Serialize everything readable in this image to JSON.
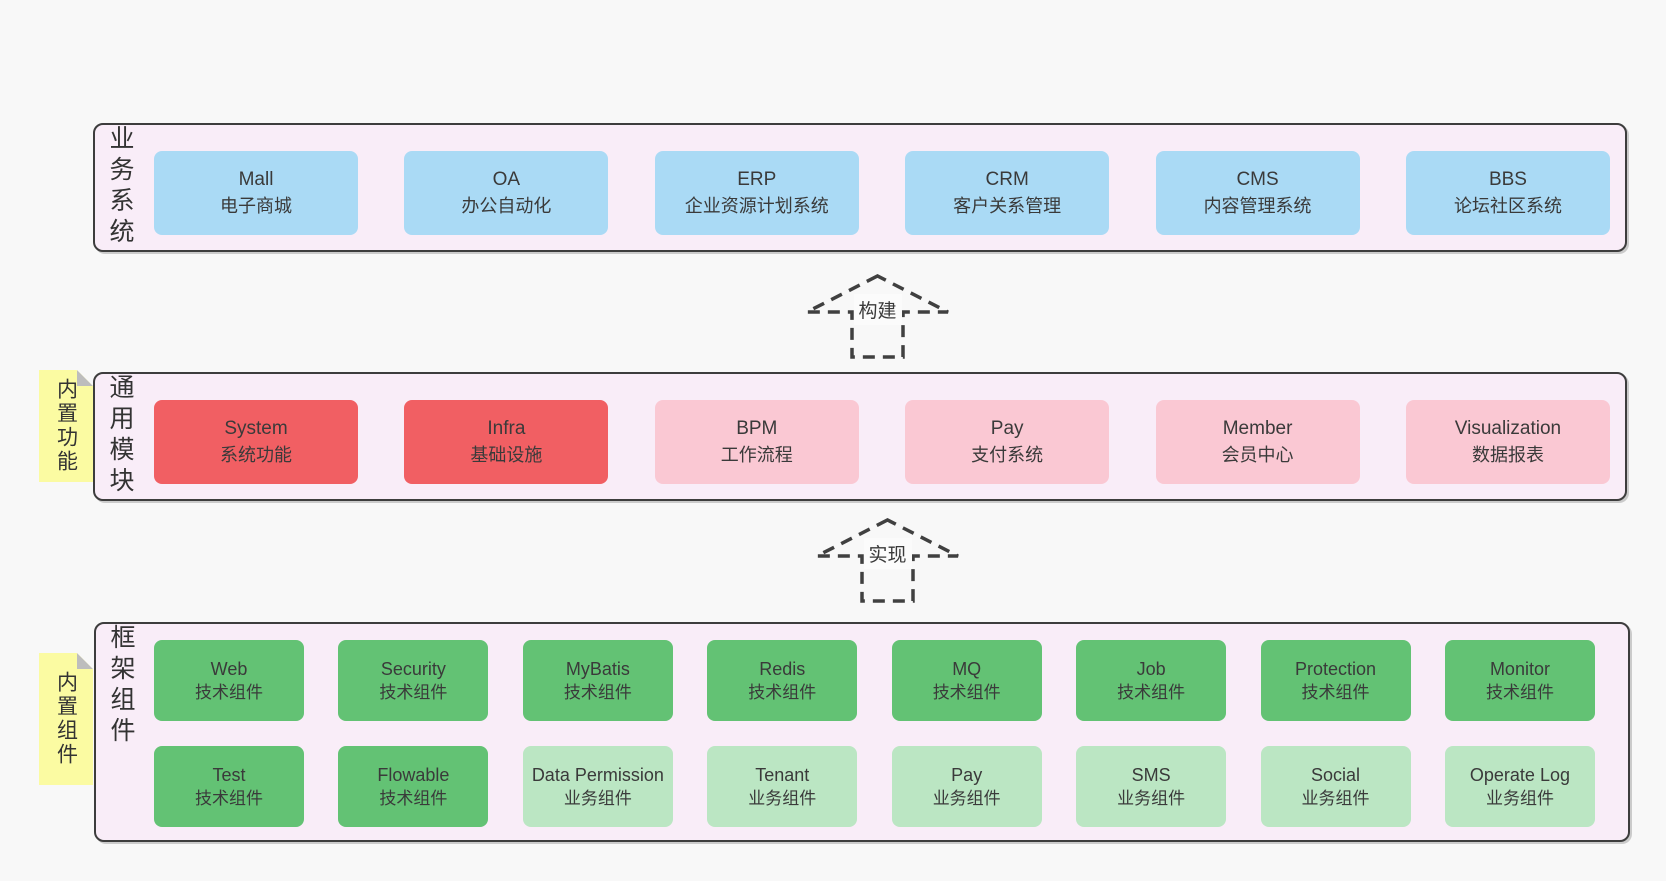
{
  "colors": {
    "page_bg": "#f8f8f8",
    "panel_bg": "#f9edf8",
    "panel_border": "#3d3d3d",
    "blue_box": "#aadaf5",
    "red_box": "#f15f63",
    "pink_box": "#fac8d3",
    "green_dark": "#63c274",
    "green_light": "#bbe6c3",
    "sticky_yellow": "#fbfba2",
    "sticky_fold": "#bdbdbd",
    "arrow_stroke": "#404040",
    "text_dark": "#3a3a3a"
  },
  "panels": {
    "business": {
      "label": "业务系统",
      "rows": [
        [
          {
            "name": "Mall",
            "subtitle": "电子商城",
            "variant": "blue"
          },
          {
            "name": "OA",
            "subtitle": "办公自动化",
            "variant": "blue"
          },
          {
            "name": "ERP",
            "subtitle": "企业资源计划系统",
            "variant": "blue"
          },
          {
            "name": "CRM",
            "subtitle": "客户关系管理",
            "variant": "blue"
          },
          {
            "name": "CMS",
            "subtitle": "内容管理系统",
            "variant": "blue"
          },
          {
            "name": "BBS",
            "subtitle": "论坛社区系统",
            "variant": "blue"
          }
        ]
      ]
    },
    "modules": {
      "label": "通用模块",
      "sticky": "内置功能",
      "rows": [
        [
          {
            "name": "System",
            "subtitle": "系统功能",
            "variant": "red"
          },
          {
            "name": "Infra",
            "subtitle": "基础设施",
            "variant": "red"
          },
          {
            "name": "BPM",
            "subtitle": "工作流程",
            "variant": "pink"
          },
          {
            "name": "Pay",
            "subtitle": "支付系统",
            "variant": "pink"
          },
          {
            "name": "Member",
            "subtitle": "会员中心",
            "variant": "pink"
          },
          {
            "name": "Visualization",
            "subtitle": "数据报表",
            "variant": "pink"
          }
        ]
      ]
    },
    "framework": {
      "label": "框架组件",
      "sticky": "内置组件",
      "rows": [
        [
          {
            "name": "Web",
            "subtitle": "技术组件",
            "variant": "green"
          },
          {
            "name": "Security",
            "subtitle": "技术组件",
            "variant": "green"
          },
          {
            "name": "MyBatis",
            "subtitle": "技术组件",
            "variant": "green"
          },
          {
            "name": "Redis",
            "subtitle": "技术组件",
            "variant": "green"
          },
          {
            "name": "MQ",
            "subtitle": "技术组件",
            "variant": "green"
          },
          {
            "name": "Job",
            "subtitle": "技术组件",
            "variant": "green"
          },
          {
            "name": "Protection",
            "subtitle": "技术组件",
            "variant": "green"
          },
          {
            "name": "Monitor",
            "subtitle": "技术组件",
            "variant": "green"
          }
        ],
        [
          {
            "name": "Test",
            "subtitle": "技术组件",
            "variant": "green"
          },
          {
            "name": "Flowable",
            "subtitle": "技术组件",
            "variant": "green"
          },
          {
            "name": "Data Permission",
            "subtitle": "业务组件",
            "variant": "green-light"
          },
          {
            "name": "Tenant",
            "subtitle": "业务组件",
            "variant": "green-light"
          },
          {
            "name": "Pay",
            "subtitle": "业务组件",
            "variant": "green-light"
          },
          {
            "name": "SMS",
            "subtitle": "业务组件",
            "variant": "green-light"
          },
          {
            "name": "Social",
            "subtitle": "业务组件",
            "variant": "green-light"
          },
          {
            "name": "Operate Log",
            "subtitle": "业务组件",
            "variant": "green-light"
          }
        ]
      ]
    }
  },
  "arrows": [
    {
      "label": "构建"
    },
    {
      "label": "实现"
    }
  ]
}
